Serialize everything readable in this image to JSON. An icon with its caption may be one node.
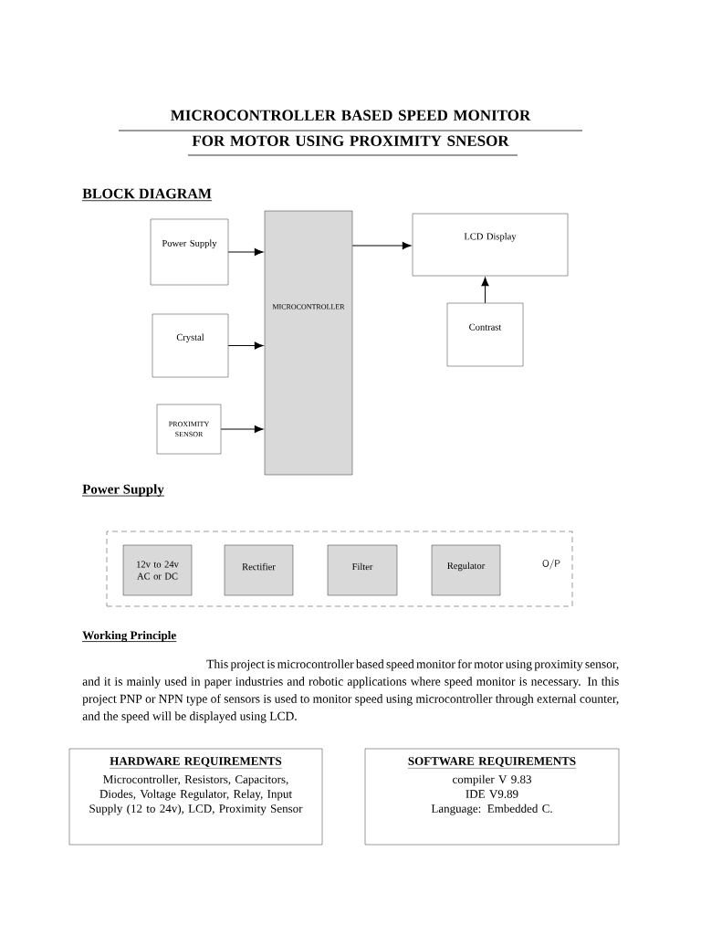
{
  "diagram": {
    "title": "MICROCONTROLLER BASED SPEED MONITOR FOR MOTOR USING PROXIMITY SNESOR",
    "nodes": [
      {
        "text": [
          "Power Supply"
        ]
      },
      {
        "text": [
          "Crystal"
        ]
      },
      {
        "text": [
          "PROXIMITY SENSOR"
        ]
      },
      {
        "text": [
          "MICROCONTROLLER"
        ]
      },
      {
        "text": [
          "LCD Display"
        ]
      },
      {
        "text": [
          "Contrast"
        ]
      },
      {
        "text": [
          "O/P"
        ]
      },
      {
        "text": [
          "12v to 24v AC or DC"
        ],
        "in": 6
      },
      {
        "text": [
          "Rectifier"
        ],
        "in": 6
      },
      {
        "text": [
          "Filter"
        ],
        "in": 6
      },
      {
        "text": [
          "Regulator"
        ],
        "in": 6
      },
      {
        "text": [
          "HARDWARE REQUIREMENTS",
          "Microcontroller, Resistors, Capacitors, Diodes, Voltage Regulator, Relay, Input Supply (12 to 24v), LCD, Proximity Sensor"
        ]
      },
      {
        "text": [
          "SOFTWARE REQUIREMENTS",
          "compiler V 9.83",
          "IDE V9.89",
          "Language: Embedded C."
        ]
      }
    ],
    "edges": [
      {
        "from": 0,
        "to": 3,
        "arrow": "to"
      },
      {
        "from": 1,
        "to": 3,
        "arrow": "to"
      },
      {
        "from": 2,
        "to": 3,
        "arrow": "to"
      },
      {
        "from": 3,
        "to": 4,
        "arrow": "to"
      },
      {
        "from": 5,
        "to": 4,
        "arrow": "to"
      }
    ],
    "labels": [
      "BLOCK DIAGRAM",
      "Power Supply",
      "Working Principle",
      "This project is microcontroller based speed monitor for motor using proximity sensor, and it is mainly used in paper industries and robotic applications where speed monitor is necessary. In this project PNP or NPN type of sensors is used to monitor speed using microcontroller through external counter, and the speed will be displayed using LCD."
    ]
  }
}
